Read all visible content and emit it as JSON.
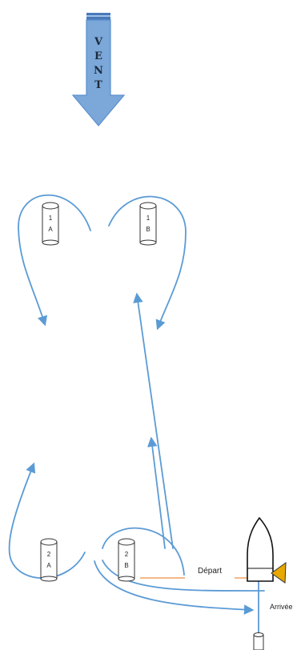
{
  "wind": {
    "label": [
      "V",
      "E",
      "N",
      "T"
    ]
  },
  "buoys": [
    {
      "id": "1A",
      "number": "1",
      "letter": "A"
    },
    {
      "id": "1B",
      "number": "1",
      "letter": "B"
    },
    {
      "id": "2A",
      "number": "2",
      "letter": "A"
    },
    {
      "id": "2B",
      "number": "2",
      "letter": "B"
    }
  ],
  "start_label": "Départ",
  "finish_label": "Arrivée",
  "colors": {
    "course": "#5b9bd5",
    "arrow_fill": "#7ba7d9",
    "arrow_dark": "#4a7ab8",
    "start_line": "#f0a060",
    "flag": "#e8a800"
  }
}
